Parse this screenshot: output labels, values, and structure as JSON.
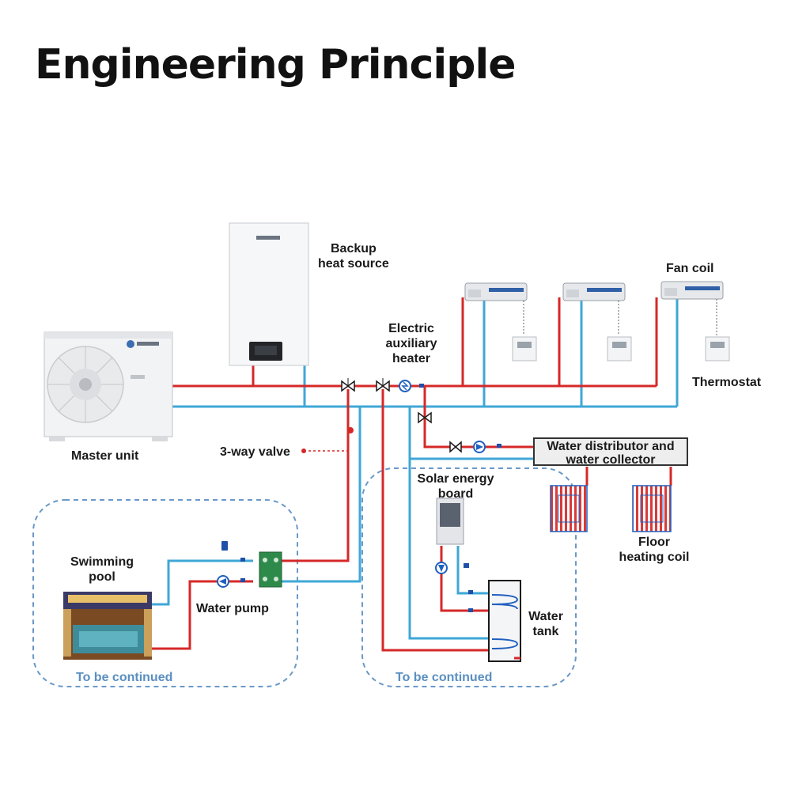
{
  "title": "Engineering Principle",
  "labels": {
    "backup_heat_source": [
      "Backup",
      "heat source"
    ],
    "electric_auxiliary_heater": [
      "Electric",
      "auxiliary",
      "heater"
    ],
    "fan_coil": "Fan coil",
    "thermostat": "Thermostat",
    "master_unit": "Master unit",
    "three_way_valve": "3-way valve",
    "water_distributor": [
      "Water distributor and",
      "water collector"
    ],
    "solar_energy_board": [
      "Solar energy",
      "board"
    ],
    "floor_heating_coil": [
      "Floor",
      "heating coil"
    ],
    "swimming_pool": [
      "Swimming",
      "pool"
    ],
    "water_pump": "Water pump",
    "water_tank": [
      "Water",
      "tank"
    ],
    "to_be_continued_left": "To be continued",
    "to_be_continued_right": "To be continued"
  },
  "colors": {
    "hot_pipe": "#d62828",
    "cold_pipe": "#3fa7d6",
    "dashed_outline": "#6a98c8",
    "note_text": "#5a8fc2"
  },
  "icons": [
    "fan-icon",
    "valve-icon",
    "pump-icon",
    "heater-icon",
    "thermostat-icon",
    "coil-icon"
  ]
}
